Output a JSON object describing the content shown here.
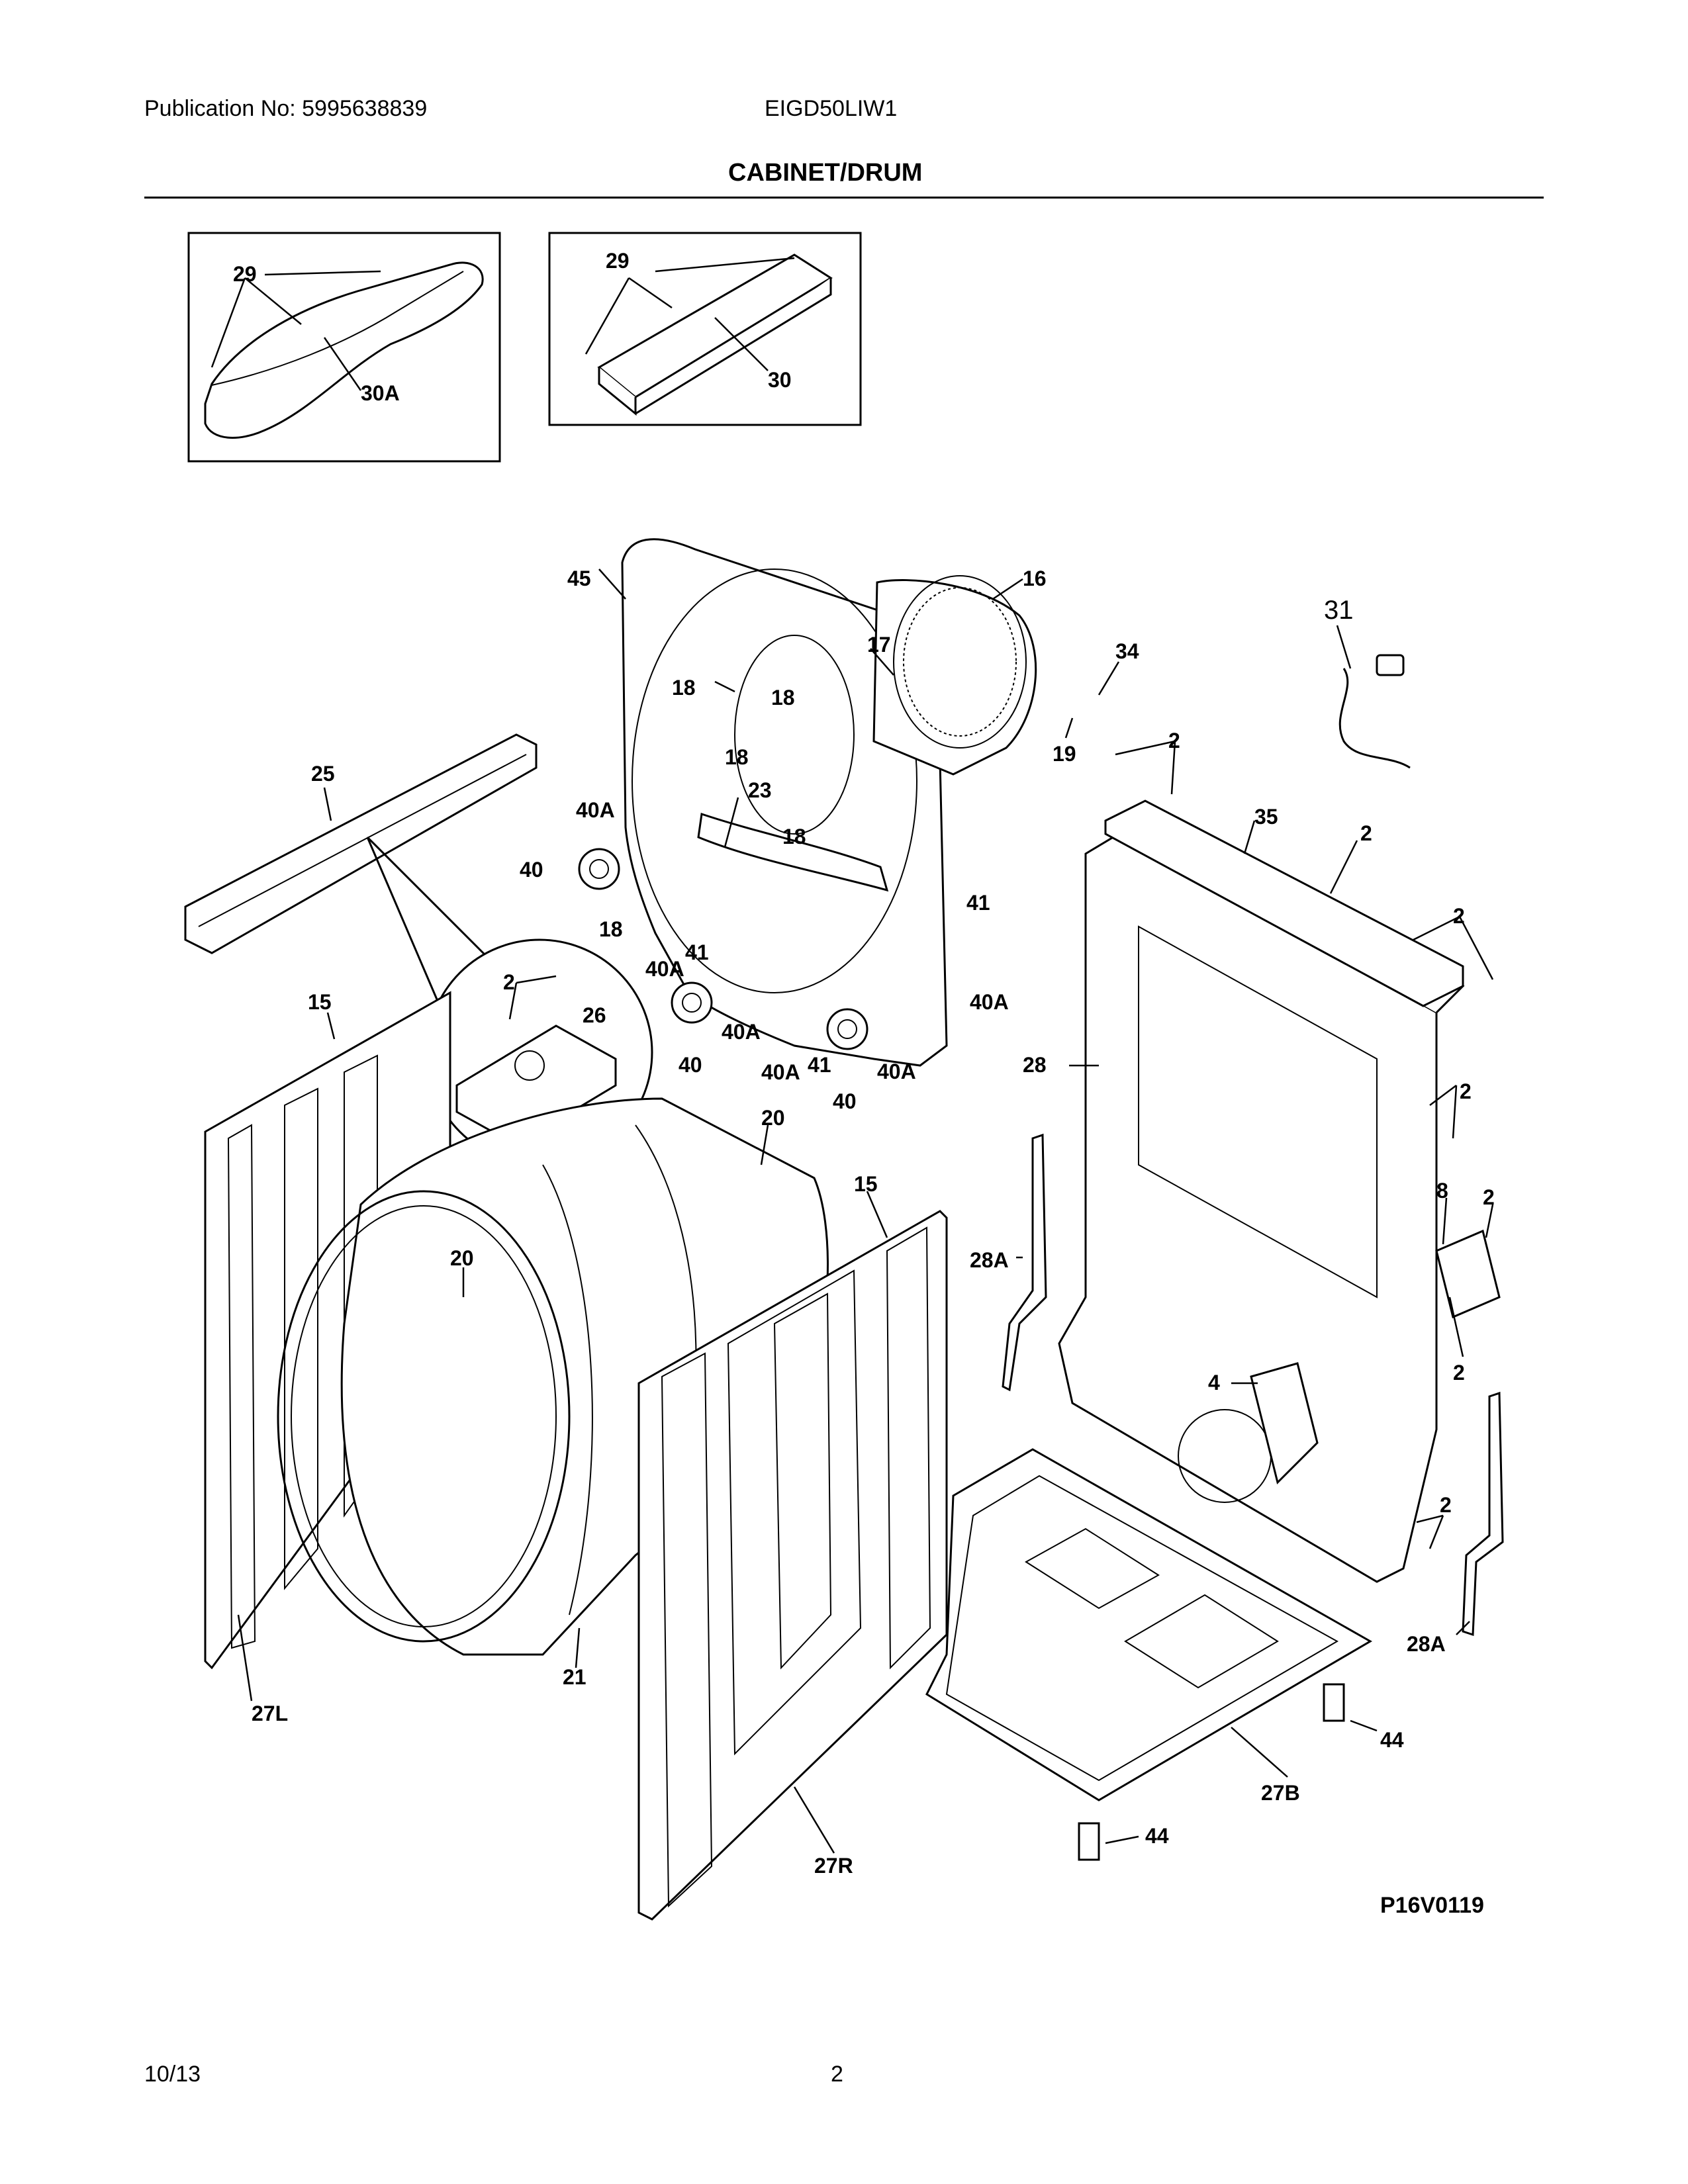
{
  "header": {
    "publication_label": "Publication No:",
    "publication_number": "5995638839",
    "model": "EIGD50LIW1",
    "title": "CABINET/DRUM"
  },
  "footer": {
    "date": "10/13",
    "page": "2"
  },
  "diagram_code": "P16V0119",
  "callouts": {
    "c29a": "29",
    "c30a": "30A",
    "c29b": "29",
    "c30": "30",
    "c45": "45",
    "c16": "16",
    "c17": "17",
    "c34": "34",
    "c31": "31",
    "c18a": "18",
    "c18b": "18",
    "c18c": "18",
    "c18d": "18",
    "c18e": "18",
    "c19": "19",
    "c25": "25",
    "c23": "23",
    "c40Aa": "40A",
    "c40a": "40",
    "c40Ab": "40A",
    "c41a": "41",
    "c41b": "41",
    "c40Ac": "40A",
    "c40b": "40",
    "c40Ad": "40A",
    "c41c": "41",
    "c40Ae": "40A",
    "c40c": "40",
    "c2a": "2",
    "c35": "35",
    "c2b": "2",
    "c2c": "2",
    "c15a": "15",
    "c2d": "2",
    "c26": "26",
    "c20a": "20",
    "c28": "28",
    "c2e": "2",
    "c15b": "15",
    "c20b": "20",
    "c8": "8",
    "c2f": "2",
    "c28Aa": "28A",
    "c2g": "2",
    "c4": "4",
    "c2h": "2",
    "c28Ab": "28A",
    "c21": "21",
    "c27L": "27L",
    "c44a": "44",
    "c27B": "27B",
    "c44b": "44",
    "c27R": "27R"
  }
}
